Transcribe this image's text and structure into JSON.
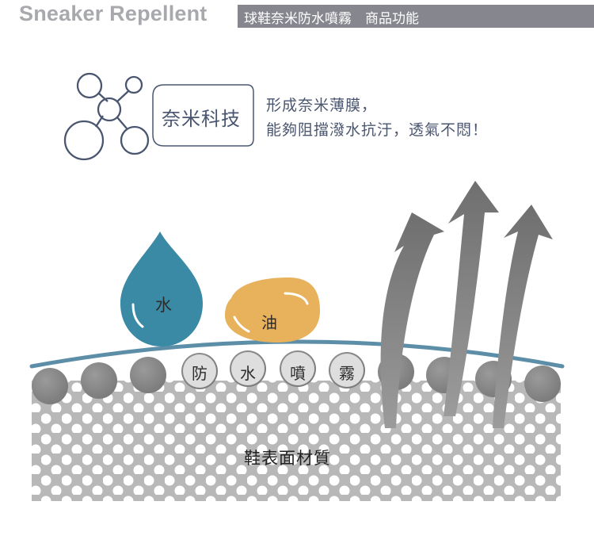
{
  "header": {
    "title": "Sneaker Repellent",
    "subtitle": "球鞋奈米防水噴霧　商品功能"
  },
  "technology": {
    "label": "奈米科技",
    "description": [
      "形成奈米薄膜，",
      "能夠阻擋潑水抗汙，透氣不悶！"
    ]
  },
  "diagram": {
    "water_label": "水",
    "oil_label": "油",
    "film_labels": [
      "防",
      "水",
      "噴",
      "霧"
    ],
    "surface_label": "鞋表面材質"
  },
  "colors": {
    "water": "#3a8aa6",
    "oil": "#e8b15c",
    "film_line": "#5d8ea8",
    "ink": "#4a5670",
    "molecule": "#e0e0e0",
    "material": "#b8b8b8",
    "arrow": "#7f7f7f"
  }
}
